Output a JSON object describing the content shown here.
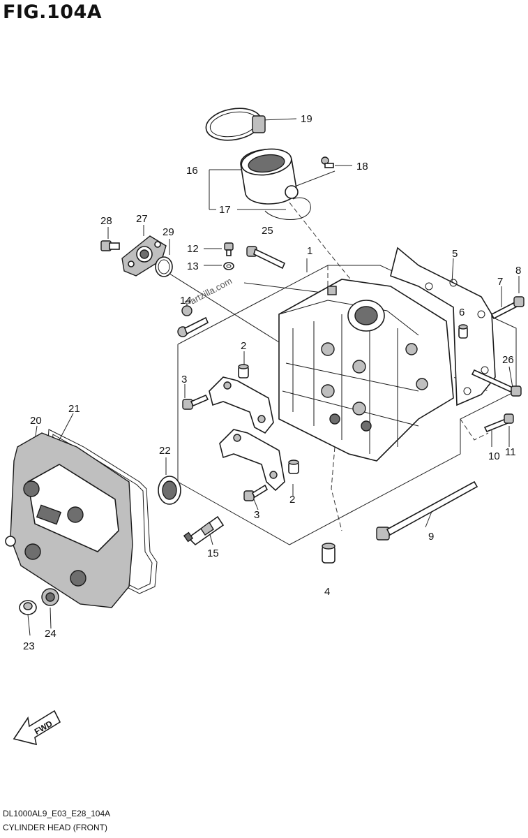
{
  "figure": {
    "title": "FIG.104A",
    "diagram_code": "DL1000AL9_E03_E28_104A",
    "subtitle": "CYLINDER HEAD (FRONT)",
    "watermark": "Partzilla.com",
    "fwd_label": "FWD"
  },
  "callouts": {
    "c1": "1",
    "c2a": "2",
    "c2b": "2",
    "c3a": "3",
    "c3b": "3",
    "c4": "4",
    "c5": "5",
    "c6": "6",
    "c7": "7",
    "c8": "8",
    "c9": "9",
    "c10": "10",
    "c11": "11",
    "c12": "12",
    "c13": "13",
    "c14": "14",
    "c15": "15",
    "c16": "16",
    "c17": "17",
    "c18": "18",
    "c19": "19",
    "c20": "20",
    "c21": "21",
    "c22": "22",
    "c23": "23",
    "c24": "24",
    "c25": "25",
    "c26": "26",
    "c27": "27",
    "c28": "28",
    "c29": "29"
  }
}
